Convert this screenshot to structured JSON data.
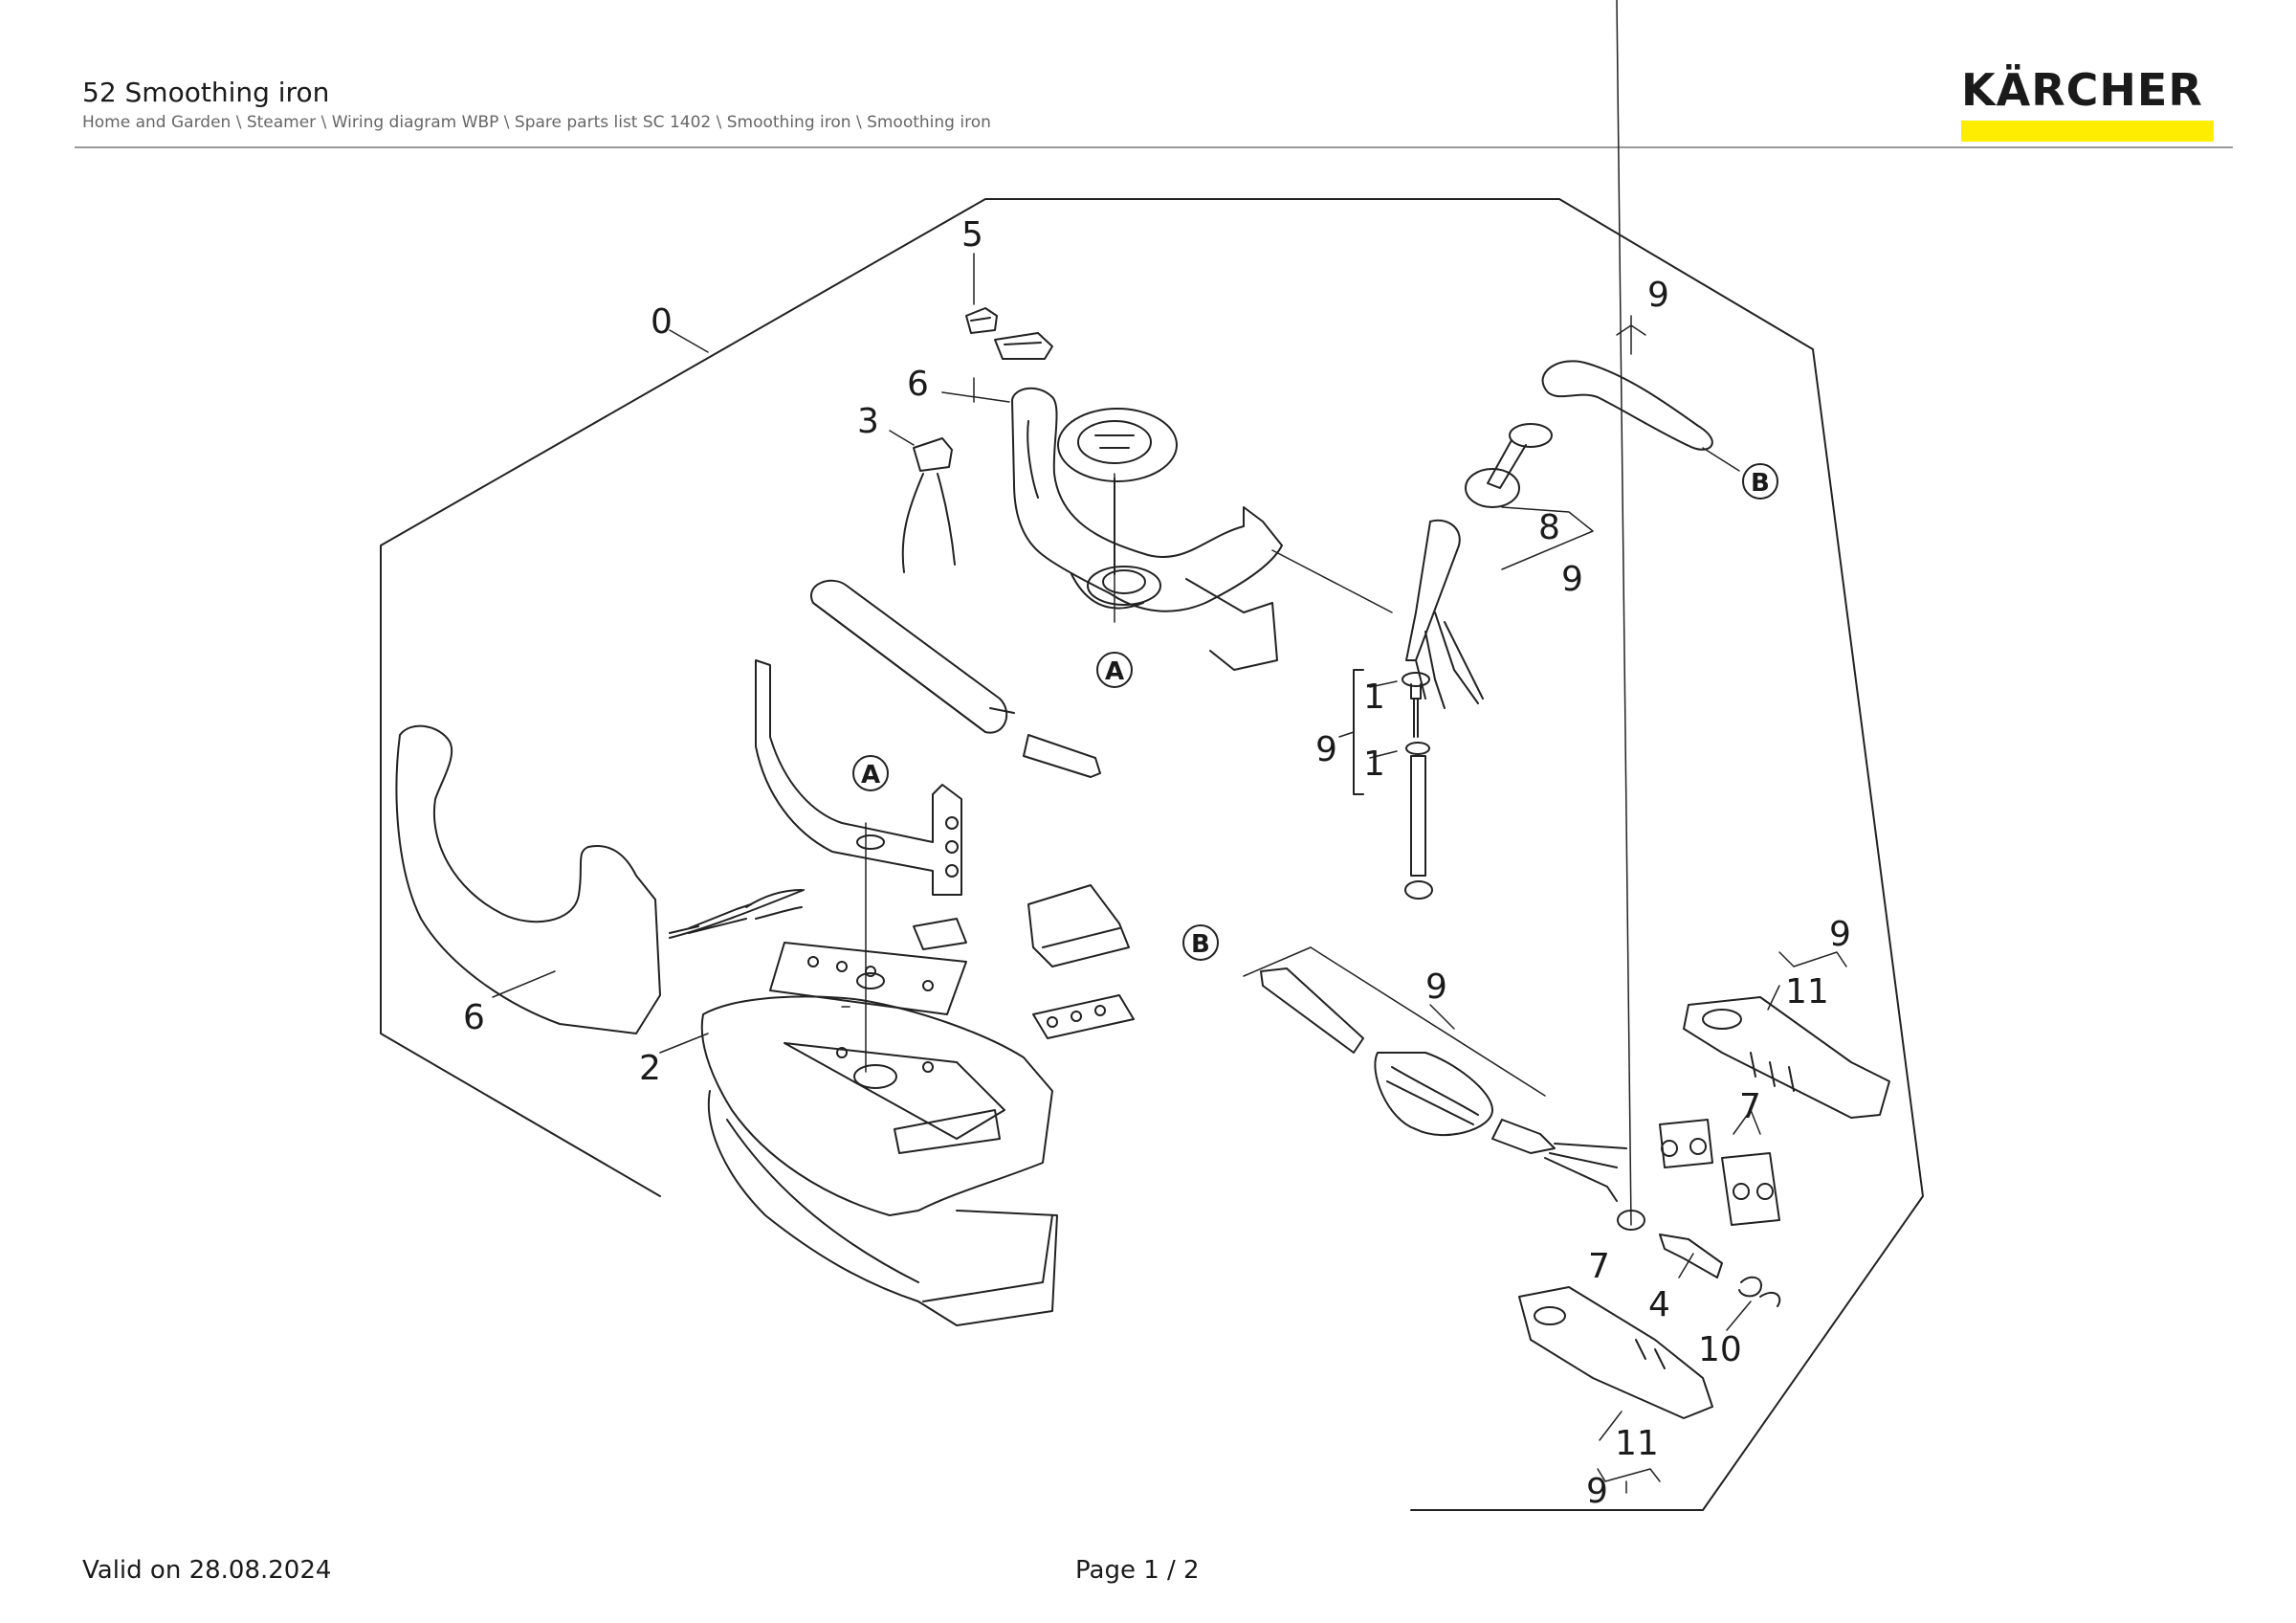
{
  "header": {
    "title": "52 Smoothing iron",
    "breadcrumb": "Home and Garden \\ Steamer \\ Wiring diagram WBP \\ Spare parts list SC 1402 \\ Smoothing iron \\ Smoothing iron"
  },
  "logo": {
    "text": "KÄRCHER",
    "bar_color": "#ffed00"
  },
  "diagram": {
    "callouts": {
      "c0": "0",
      "c5": "5",
      "c6_top": "6",
      "c3": "3",
      "c9_top": "9",
      "c8": "8",
      "c9_right": "9",
      "c1_a": "1",
      "c9_mid": "9",
      "c1_b": "1",
      "c6_left": "6",
      "c2": "2",
      "c9_hose": "9",
      "c9_cover": "9",
      "c11_top": "11",
      "c7_right": "7",
      "c7_low": "7",
      "c4": "4",
      "c10": "10",
      "c11_bottom": "11",
      "c9_bottom": "9"
    },
    "markers": {
      "a_top": "A",
      "a_mid": "A",
      "b_right": "B",
      "b_left": "B"
    }
  },
  "footer": {
    "valid": "Valid on 28.08.2024",
    "page": "Page 1 / 2"
  }
}
